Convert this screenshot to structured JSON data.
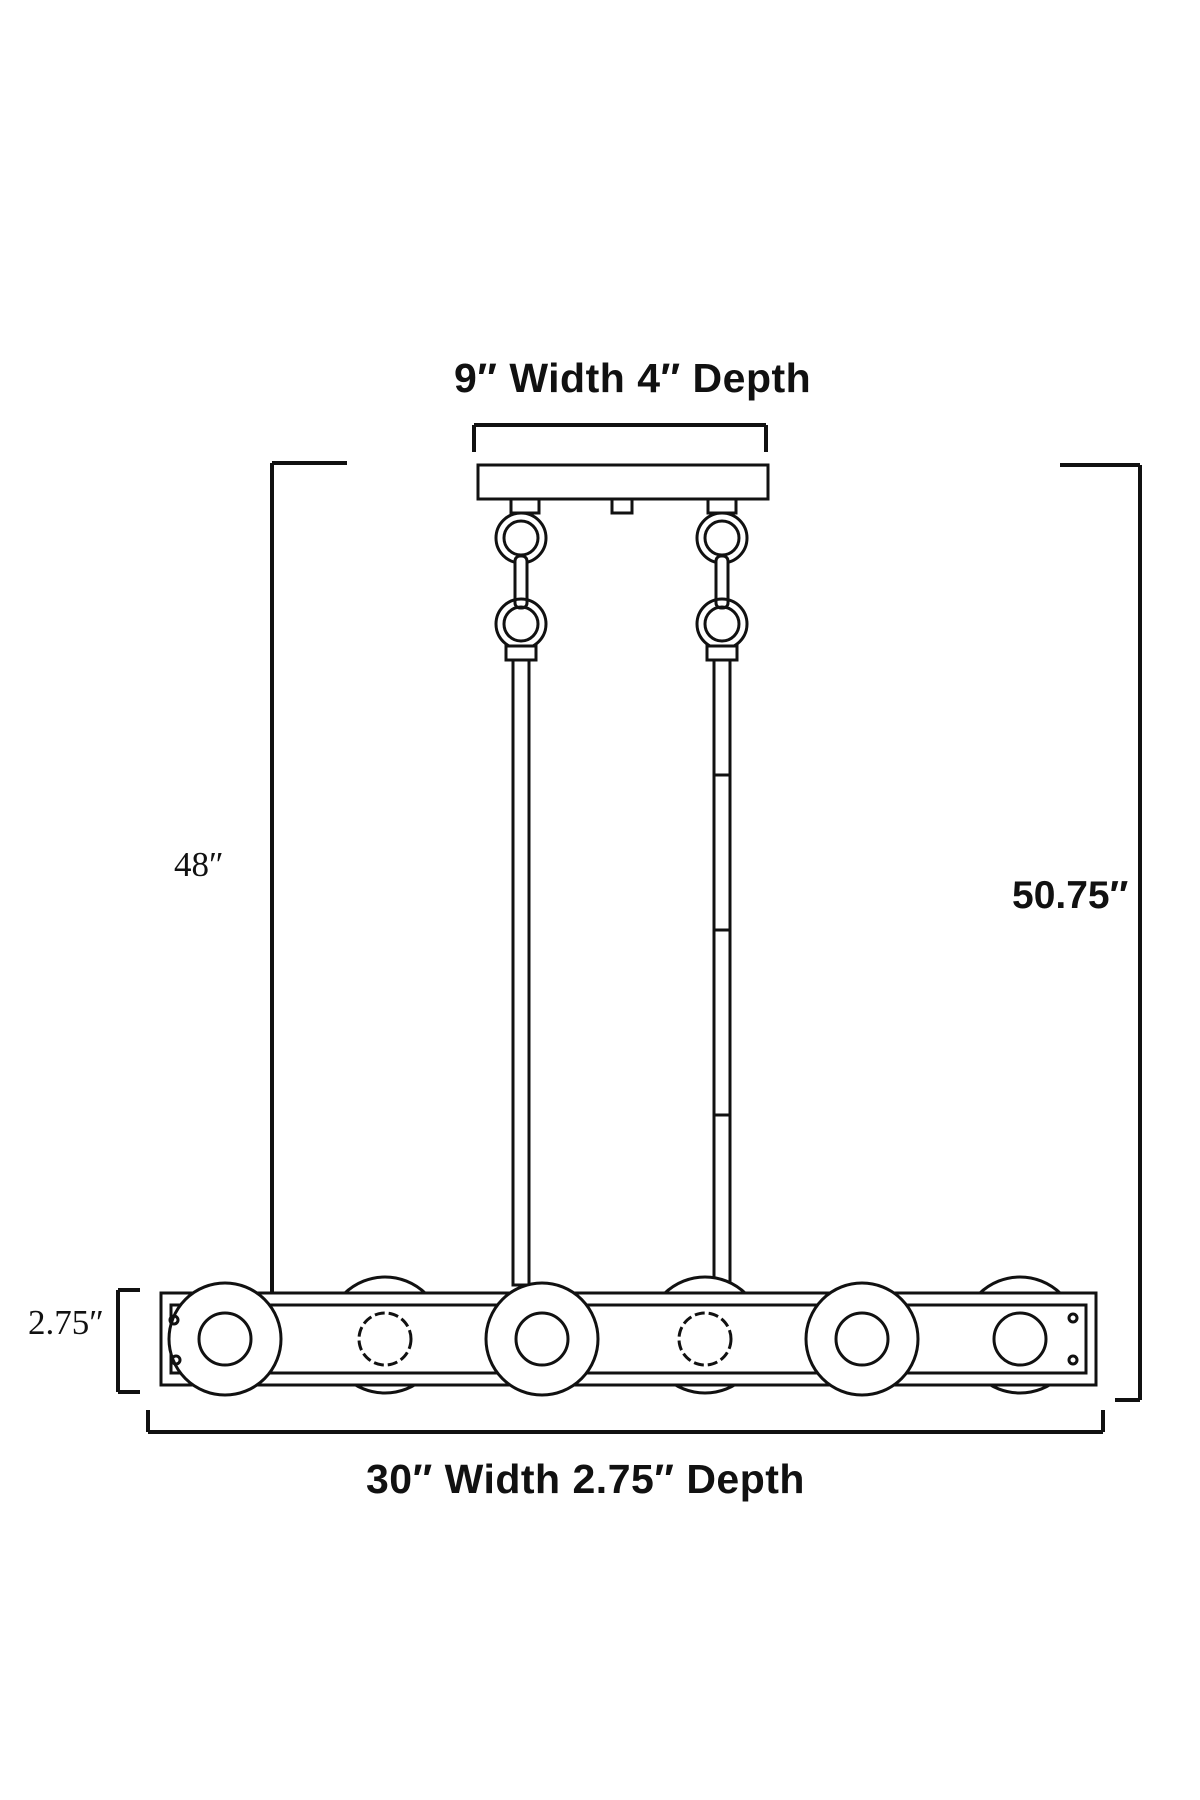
{
  "labels": {
    "canopy": "9″ Width   4″ Depth",
    "height_left": "48″",
    "height_right": "50.75″",
    "bar_height": "2.75″",
    "bar": "30″ Width   2.75″ Depth"
  },
  "colors": {
    "line": "#111111",
    "background": "#ffffff"
  }
}
